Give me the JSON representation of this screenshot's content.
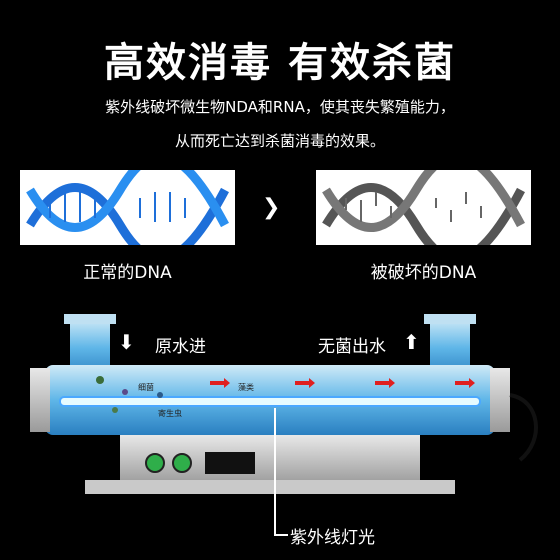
{
  "title": "高效消毒  有效杀菌",
  "subtitle_line1": "紫外线破坏微生物NDA和RNA，使其丧失繁殖能力，",
  "subtitle_line2": "从而死亡达到杀菌消毒的效果。",
  "dna_normal_caption": "正常的DNA",
  "dna_damaged_caption": "被破坏的DNA",
  "water_in_label": "原水进",
  "water_out_label": "无菌出水",
  "lamp_label": "紫外线灯光",
  "microbe_labels": [
    "细菌",
    "藻类",
    "寄生虫"
  ],
  "colors": {
    "normal_dna": "#1e6fd9",
    "damaged_dna": "#555555",
    "flow_arrow": "#e02020"
  }
}
